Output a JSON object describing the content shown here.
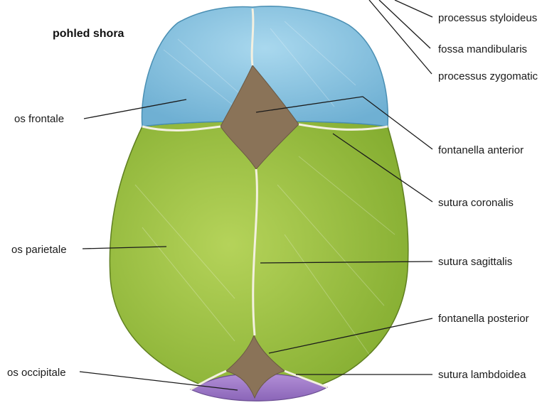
{
  "title": "pohled shora",
  "labels": {
    "processus_styloideus": "processus styloideus",
    "fossa_mandibularis": "fossa mandibularis",
    "processus_zygomaticus": "processus zygomatic",
    "os_frontale": "os frontale",
    "fontanella_anterior": "fontanella anterior",
    "sutura_coronalis": "sutura coronalis",
    "os_parietale": "os parietale",
    "sutura_sagittalis": "sutura sagittalis",
    "fontanella_posterior": "fontanella posterior",
    "os_occipitale": "os occipitale",
    "sutura_lambdoidea": "sutura lambdoidea"
  },
  "colors": {
    "frontal_bone": "#86c3e0",
    "parietal_bone": "#93bd3a",
    "occipital_bone": "#a07cc9",
    "fontanelle": "#8a7358",
    "suture": "#f3f0e0"
  }
}
